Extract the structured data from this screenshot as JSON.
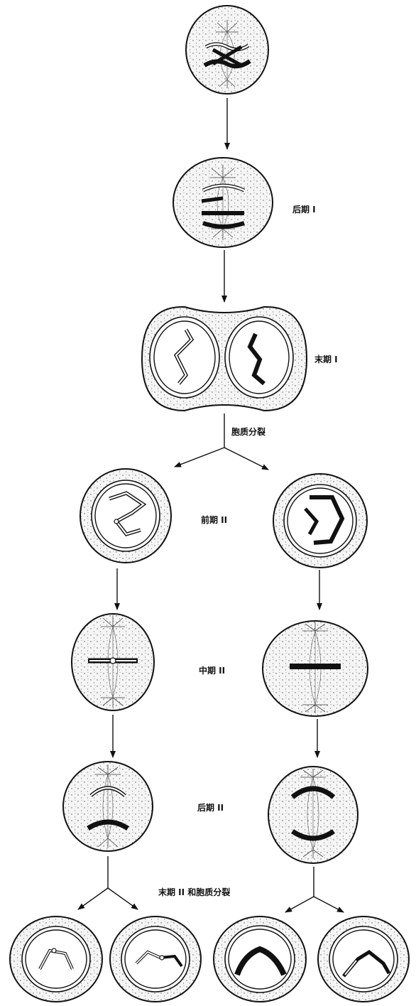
{
  "labels": {
    "anaphase_1": "后期 I",
    "telophase_1": "末期 I",
    "cytokinesis": "胞质分裂",
    "prophase_2": "前期 II",
    "metaphase_2": "中期 II",
    "anaphase_2": "后期 II",
    "telophase_2_cytokinesis": "末期 II 和胞质分裂"
  }
}
